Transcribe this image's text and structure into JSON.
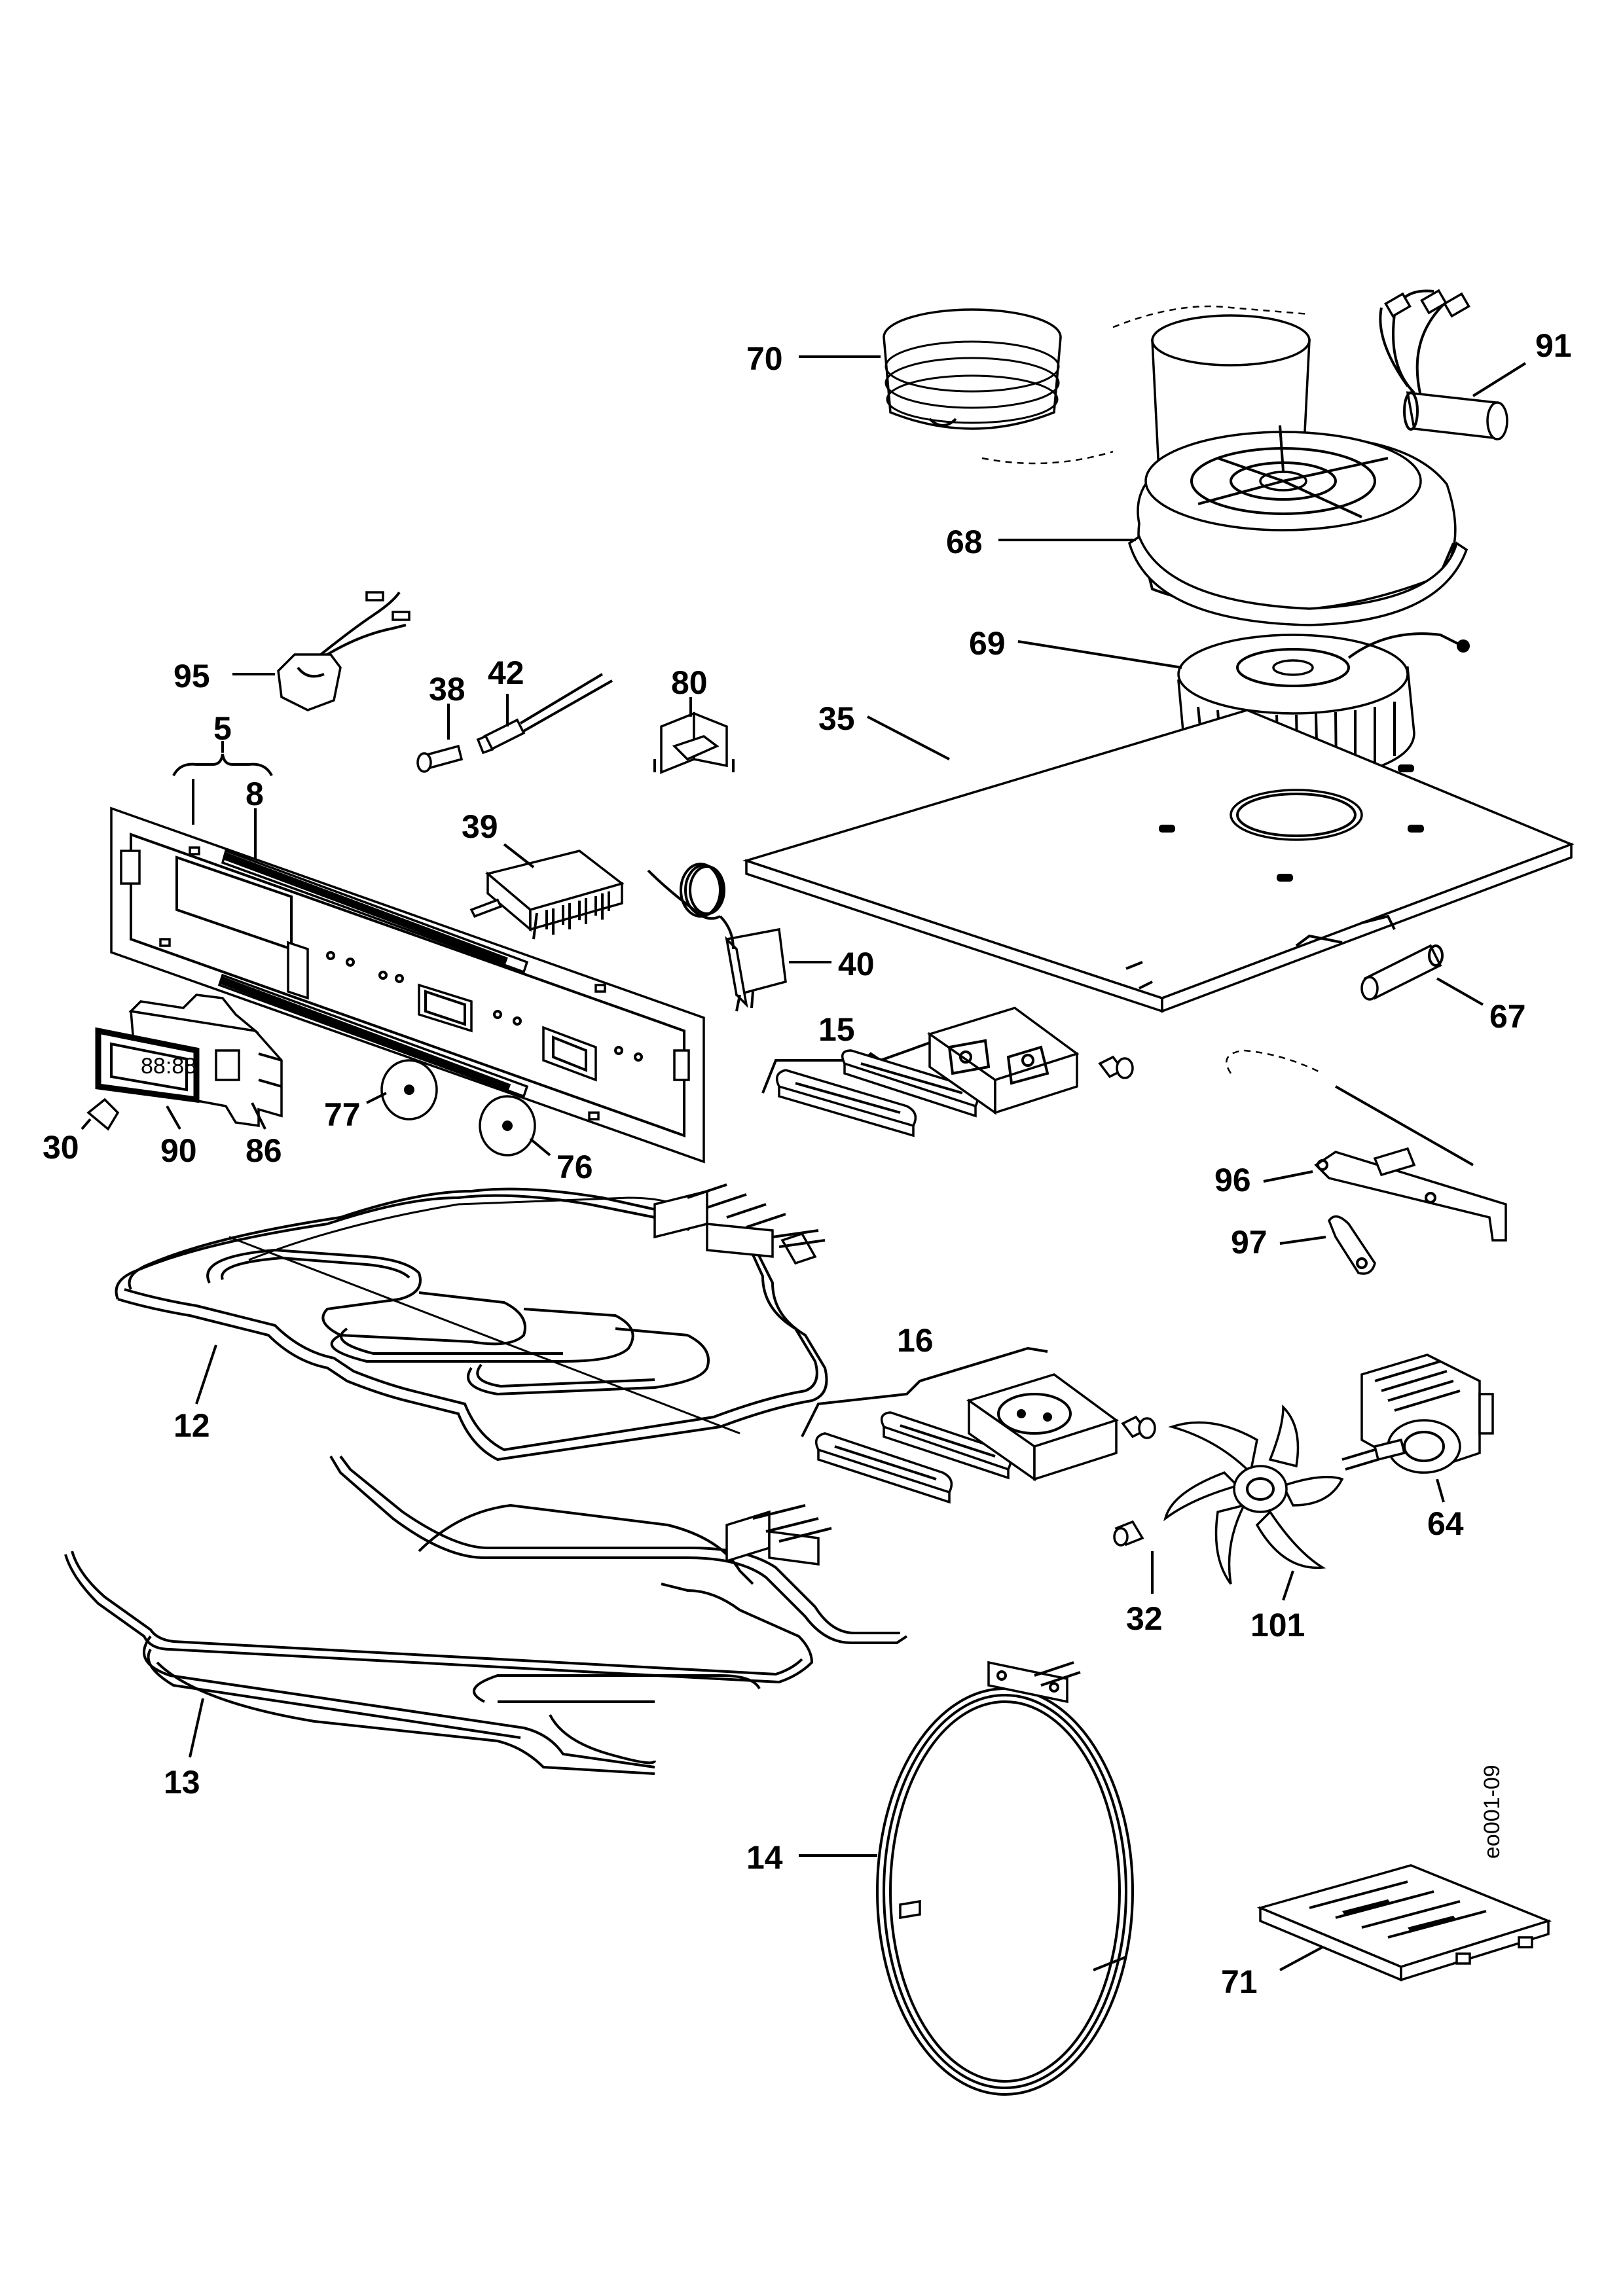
{
  "diagram": {
    "type": "exploded parts diagram",
    "drawing_code": "eo001-09",
    "part_labels": {
      "p70": "70",
      "p91": "91",
      "p68": "68",
      "p69": "69",
      "p35": "35",
      "p95": "95",
      "p38": "38",
      "p42": "42",
      "p80": "80",
      "p5": "5",
      "p8": "8",
      "p39": "39",
      "p40": "40",
      "p67": "67",
      "p15": "15",
      "p30": "30",
      "p90": "90",
      "p86": "86",
      "p77": "77",
      "p76": "76",
      "p96": "96",
      "p97": "97",
      "p12": "12",
      "p16": "16",
      "p64": "64",
      "p32": "32",
      "p101": "101",
      "p13": "13",
      "p14": "14",
      "p71": "71"
    }
  }
}
